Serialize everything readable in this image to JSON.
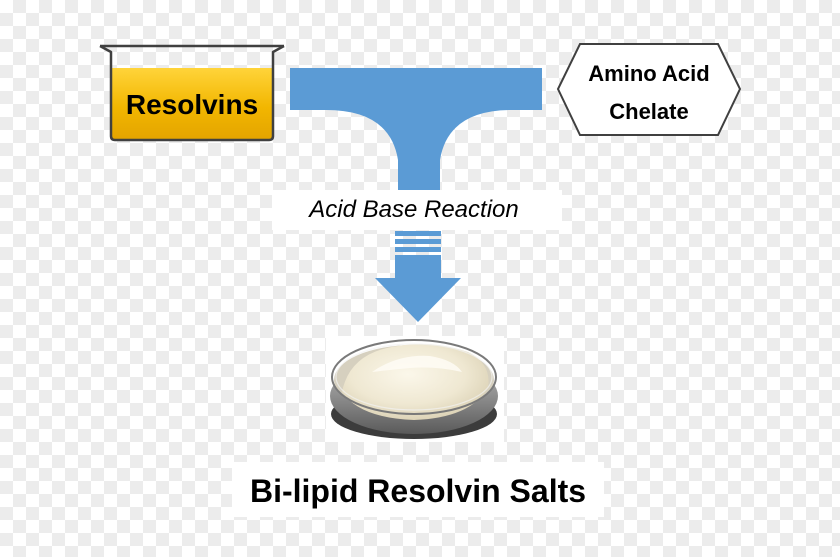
{
  "diagram": {
    "reactant_left": "Resolvins",
    "reactant_right_line1": "Amino Acid",
    "reactant_right_line2": "Chelate",
    "process_label": "Acid Base Reaction",
    "product_label": "Bi-lipid Resolvin Salts"
  },
  "colors": {
    "flow_blue": "#5b9bd5",
    "liquid_gold": "#f0b400",
    "outline": "#404040",
    "text": "#000000"
  },
  "icons": {
    "product_image": "petri-dish-with-white-powder"
  }
}
